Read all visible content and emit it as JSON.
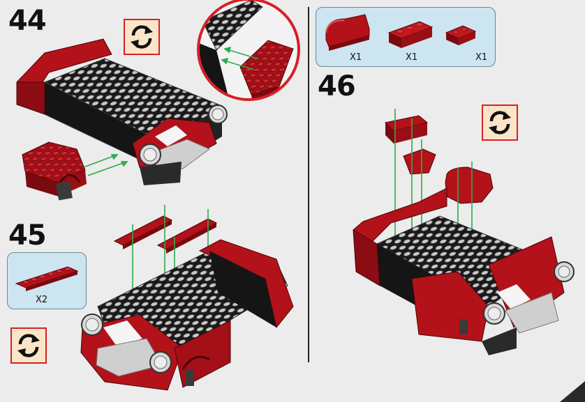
{
  "steps": [
    {
      "number": "44"
    },
    {
      "number": "45",
      "parts": [
        {
          "qty": "X2"
        }
      ]
    },
    {
      "number": "46",
      "parts": [
        {
          "qty": "X1"
        },
        {
          "qty": "X1"
        },
        {
          "qty": "X1"
        }
      ]
    }
  ],
  "icons": {
    "rotate": "rotate-arrows-icon"
  },
  "colors": {
    "brick_red": "#b3121a",
    "brick_dark": "#7a0a10",
    "plate_black": "#151515",
    "stud_grey": "#bdbdbd",
    "guide_green": "#2eaa4a",
    "parts_bg": "#cde4f1",
    "rotate_bg": "#fbe5c8",
    "rotate_border": "#d81f26"
  }
}
